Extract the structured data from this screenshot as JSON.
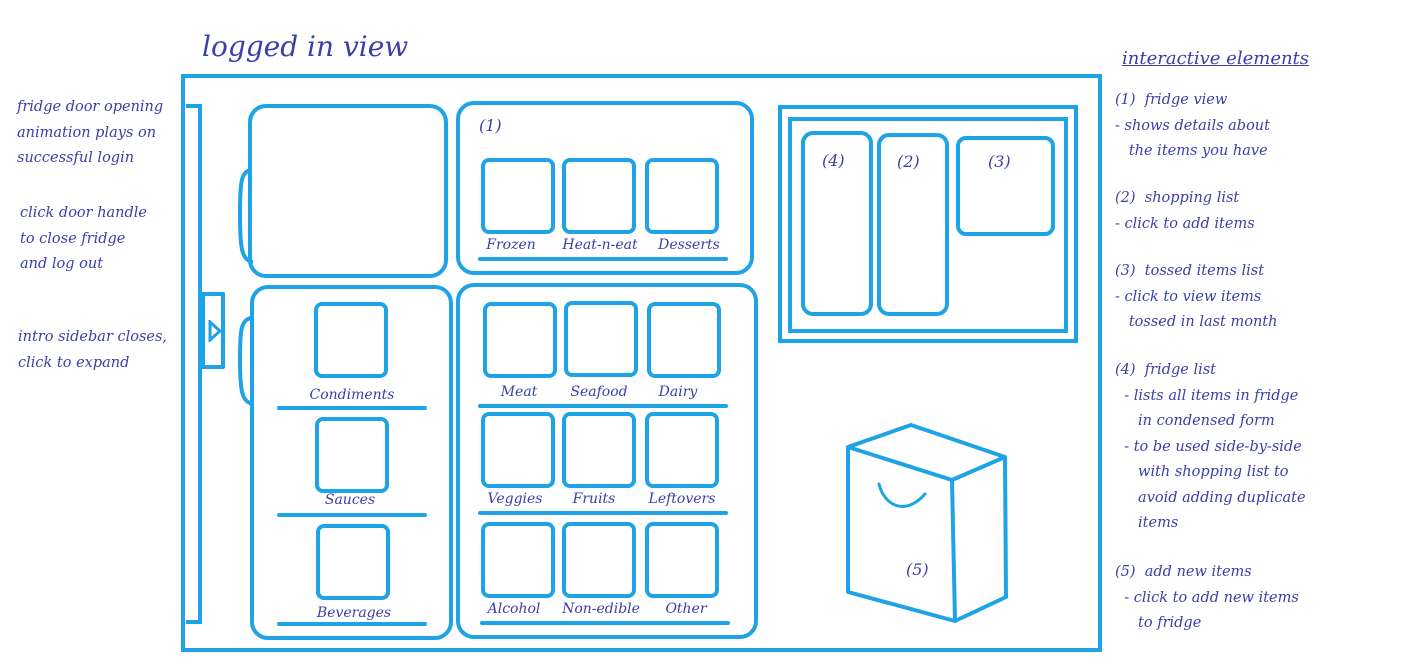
{
  "title": "logged in view",
  "left_notes": {
    "door_animation": "fridge door opening\nanimation plays on\nsuccessful login",
    "door_handle": "click door handle\nto close fridge\nand log out",
    "sidebar": "intro sidebar closes,\nclick to expand"
  },
  "freezer": {
    "marker": "(1)",
    "categories": [
      "Frozen",
      "Heat-n-eat",
      "Desserts"
    ]
  },
  "door_shelves": [
    "Condiments",
    "Sauces",
    "Beverages"
  ],
  "main_shelves": [
    [
      "Meat",
      "Seafood",
      "Dairy"
    ],
    [
      "Veggies",
      "Fruits",
      "Leftovers"
    ],
    [
      "Alcohol",
      "Non-edible",
      "Other"
    ]
  ],
  "panel_markers": {
    "fridge_list": "(4)",
    "shopping_list": "(2)",
    "tossed_list": "(3)"
  },
  "bag_marker": "(5)",
  "side": {
    "heading": "interactive elements",
    "notes": [
      "(1)  fridge view\n- shows details about\n   the items you have",
      "(2)  shopping list\n- click to add items",
      "(3)  tossed items list\n- click to view items\n   tossed in last month",
      "(4)  fridge list\n  - lists all items in fridge\n     in condensed form\n  - to be used side-by-side\n     with shopping list to\n     avoid adding duplicate\n     items",
      "(5)  add new items\n  - click to add new items\n     to fridge"
    ]
  }
}
